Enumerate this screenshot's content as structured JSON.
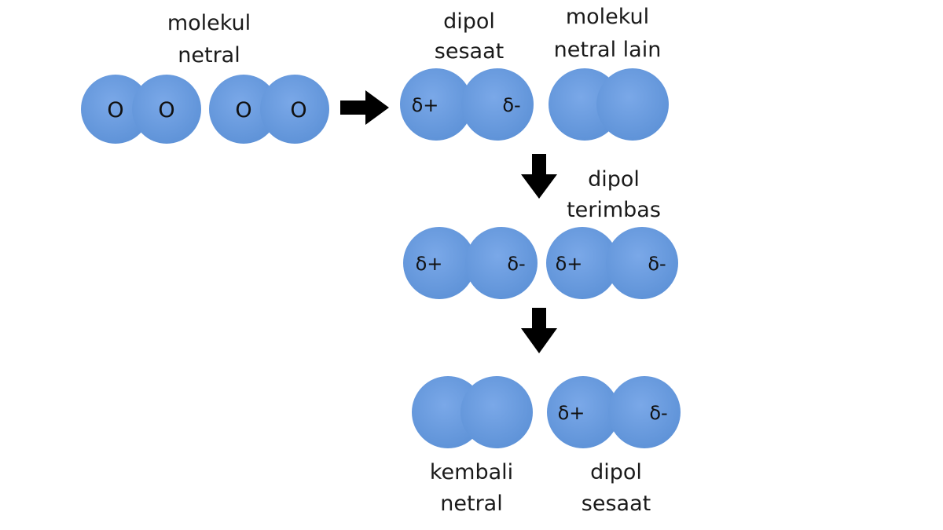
{
  "colors": {
    "molecule_fill": "#6b9ce0",
    "molecule_edge": "#5a8ad0",
    "arrow": "#000000",
    "background": "#ffffff"
  },
  "labels": {
    "neutral_molecule": [
      "molekul",
      "netral"
    ],
    "instant_dipole_top": [
      "dipol",
      "sesaat"
    ],
    "other_neutral_molecule": [
      "molekul",
      "netral lain"
    ],
    "induced_dipole": [
      "dipol",
      "terimbas"
    ],
    "back_to_neutral": [
      "kembali",
      "netral"
    ],
    "instant_dipole_bottom": [
      "dipol",
      "sesaat"
    ]
  },
  "atoms": {
    "oxygen_symbol": "O"
  },
  "charges": {
    "partial_positive": "δ+",
    "partial_negative": "δ-"
  },
  "arrows": [
    {
      "name": "arrow-right",
      "direction": "right"
    },
    {
      "name": "arrow-down-1",
      "direction": "down"
    },
    {
      "name": "arrow-down-2",
      "direction": "down"
    }
  ]
}
